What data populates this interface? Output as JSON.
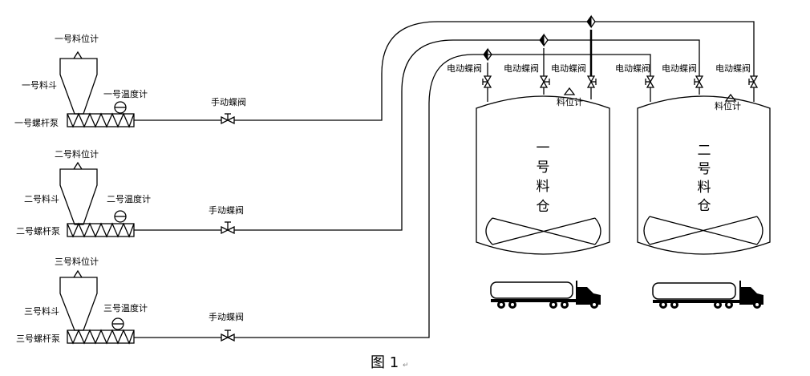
{
  "caption": {
    "figure_label": "图 1",
    "paragraph_mark": "↵"
  },
  "lines": [
    {
      "level_gauge_label": "一号料位计",
      "hopper_label": "一号料斗",
      "thermometer_label": "一号温度计",
      "pump_label": "一号螺杆泵",
      "manual_valve_label": "手动蝶阀"
    },
    {
      "level_gauge_label": "二号料位计",
      "hopper_label": "二号料斗",
      "thermometer_label": "二号温度计",
      "pump_label": "二号螺杆泵",
      "manual_valve_label": "手动蝶阀"
    },
    {
      "level_gauge_label": "三号料位计",
      "hopper_label": "三号料斗",
      "thermometer_label": "三号温度计",
      "pump_label": "三号螺杆泵",
      "manual_valve_label": "手动蝶阀"
    }
  ],
  "silos": [
    {
      "name_chars": [
        "一",
        "号",
        "料",
        "仓"
      ],
      "level_gauge_label": "料位计",
      "valves": [
        "电动蝶阀",
        "电动蝶阀",
        "电动蝶阀"
      ]
    },
    {
      "name_chars": [
        "二",
        "号",
        "料",
        "仓"
      ],
      "level_gauge_label": "料位计",
      "valves": [
        "电动蝶阀",
        "电动蝶阀",
        "电动蝶阀"
      ]
    }
  ],
  "trucks": [
    {
      "icon": "tanker-truck-icon"
    },
    {
      "icon": "tanker-truck-icon"
    }
  ]
}
